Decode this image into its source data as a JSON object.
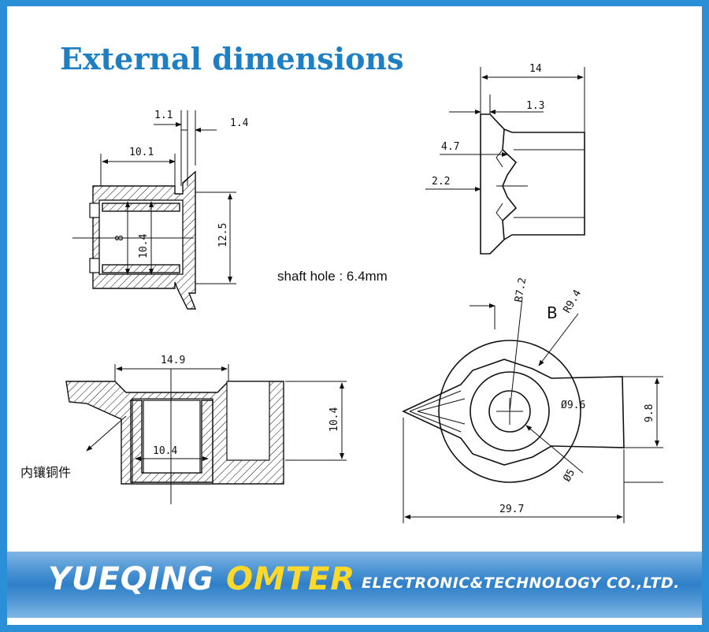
{
  "title": "External dimensions",
  "shaft_note": "shaft hole : 6.4mm",
  "labels": {
    "d_1_1": "1.1",
    "d_1_4": "1.4",
    "d_10_1": "10.1",
    "d_8": "8",
    "d_10_4_side": "10.4",
    "d_12_5": "12.5",
    "d_14": "14",
    "d_1_3": "1.3",
    "d_4_7": "4.7",
    "d_2_2": "2.2",
    "d_14_9": "14.9",
    "d_10_4_inner": "10.4",
    "d_10_4_height": "10.4",
    "insert_note": "内镶铜件",
    "r_7_2": "R7.2",
    "r_9_4": "R9.4",
    "view_b": "B",
    "phi_9_6": "Ø9.6",
    "phi_5": "Ø5",
    "d_9_8": "9.8",
    "d_29_7": "29.7"
  },
  "banner": {
    "brand_a": "YUEQING",
    "brand_b": "OMTER",
    "brand_c": "ELECTRONIC&TECHNOLOGY  CO.,LTD."
  },
  "colors": {
    "frame": "#2a8fd6",
    "title": "#1f7fc4",
    "banner": "#2f7fc8",
    "brand_accent": "#ffd92a"
  }
}
